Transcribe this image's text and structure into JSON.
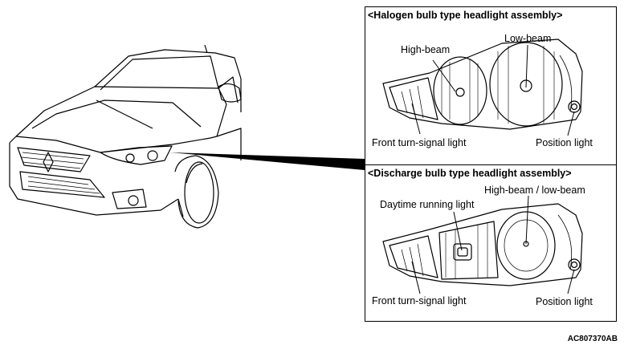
{
  "halogen": {
    "title": "<Halogen bulb type headlight assembly>",
    "high_beam": "High-beam",
    "low_beam": "Low-beam",
    "turn_signal": "Front turn-signal light",
    "position": "Position light"
  },
  "discharge": {
    "title": "<Discharge bulb type headlight assembly>",
    "high_low_beam": "High-beam / low-beam",
    "drl": "Daytime running light",
    "turn_signal": "Front turn-signal light",
    "position": "Position light"
  },
  "figure_code": "AC807370AB"
}
